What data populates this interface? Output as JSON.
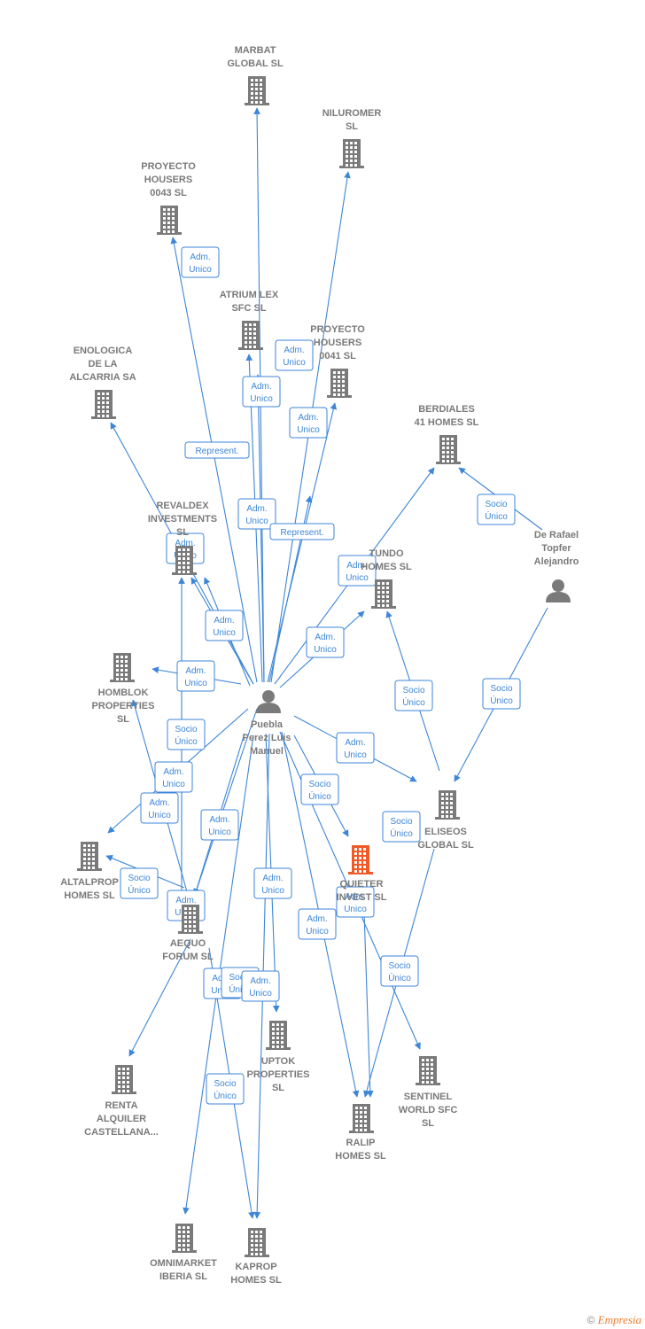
{
  "colors": {
    "edge": "#3d86d8",
    "company": "#7a7a7a",
    "focus": "#f05a28",
    "person": "#7a7a7a"
  },
  "nodes": [
    {
      "id": "marbat",
      "type": "company",
      "lines": [
        "MARBAT",
        "GLOBAL  SL"
      ]
    },
    {
      "id": "niluromer",
      "type": "company",
      "lines": [
        "NILUROMER",
        "SL"
      ]
    },
    {
      "id": "proyecto0043",
      "type": "company",
      "lines": [
        "PROYECTO",
        "HOUSERS",
        "0043  SL"
      ]
    },
    {
      "id": "atrium",
      "type": "company",
      "lines": [
        "ATRIUM LEX",
        "SFC  SL"
      ]
    },
    {
      "id": "proyecto0041",
      "type": "company",
      "lines": [
        "PROYECTO",
        "HOUSERS",
        "0041  SL"
      ]
    },
    {
      "id": "enologica",
      "type": "company",
      "lines": [
        "ENOLOGICA",
        "DE LA",
        "ALCARRIA SA"
      ]
    },
    {
      "id": "berdiales",
      "type": "company",
      "lines": [
        "BERDIALES",
        "41 HOMES  SL"
      ]
    },
    {
      "id": "revaldex",
      "type": "company",
      "lines": [
        "REVALDEX",
        "INVESTMENTS",
        "SL"
      ]
    },
    {
      "id": "tundo",
      "type": "company",
      "lines": [
        "TUNDO",
        "HOMES  SL"
      ]
    },
    {
      "id": "derafael",
      "type": "person",
      "lines": [
        "De Rafael",
        "Topfer",
        "Alejandro"
      ]
    },
    {
      "id": "homblok",
      "type": "company",
      "lines": [
        "HOMBLOK",
        "PROPERTIES",
        "SL"
      ]
    },
    {
      "id": "puebla",
      "type": "person",
      "lines": [
        "Puebla",
        "Perez Luis",
        "Manuel"
      ]
    },
    {
      "id": "eliseos",
      "type": "company",
      "lines": [
        "ELISEOS",
        "GLOBAL  SL"
      ]
    },
    {
      "id": "altalprop",
      "type": "company",
      "lines": [
        "ALTALPROP",
        "HOMES  SL"
      ]
    },
    {
      "id": "quieter",
      "type": "focus",
      "lines": [
        "QUIETER",
        "INVEST  SL"
      ]
    },
    {
      "id": "aequo",
      "type": "company",
      "lines": [
        "AEQUO",
        "FORUM  SL"
      ]
    },
    {
      "id": "uptok",
      "type": "company",
      "lines": [
        "UPTOK",
        "PROPERTIES",
        "SL"
      ]
    },
    {
      "id": "sentinel",
      "type": "company",
      "lines": [
        "SENTINEL",
        "WORLD SFC",
        "SL"
      ]
    },
    {
      "id": "renta",
      "type": "company",
      "lines": [
        "RENTA",
        "ALQUILER",
        "CASTELLANA..."
      ]
    },
    {
      "id": "ralip",
      "type": "company",
      "lines": [
        "RALIP",
        "HOMES  SL"
      ]
    },
    {
      "id": "omnimarket",
      "type": "company",
      "lines": [
        "OMNIMARKET",
        "IBERIA  SL"
      ]
    },
    {
      "id": "kaprop",
      "type": "company",
      "lines": [
        "KAPROP",
        "HOMES  SL"
      ]
    }
  ],
  "edges": [
    {
      "from": "puebla",
      "to": "marbat",
      "label": [
        "Adm.",
        "Unico"
      ]
    },
    {
      "from": "puebla",
      "to": "niluromer",
      "label": [
        "Adm.",
        "Unico"
      ]
    },
    {
      "from": "puebla",
      "to": "proyecto0043",
      "label": [
        "Adm.",
        "Unico"
      ]
    },
    {
      "from": "puebla",
      "to": "atrium",
      "label": [
        "Adm.",
        "Unico"
      ]
    },
    {
      "from": "puebla",
      "to": "proyecto0041",
      "label": [
        "Adm.",
        "Unico"
      ]
    },
    {
      "from": "puebla",
      "to": "enologica",
      "label": [
        "Represent."
      ]
    },
    {
      "from": "puebla",
      "to": "proyecto0041",
      "label": [
        "Represent."
      ]
    },
    {
      "from": "puebla",
      "to": "atrium",
      "label": [
        "Adm.",
        "Unico"
      ]
    },
    {
      "from": "puebla",
      "to": "revaldex",
      "label": [
        "Adm.",
        "Unico"
      ]
    },
    {
      "from": "puebla",
      "to": "revaldex",
      "label": [
        "Adm.",
        "Unico"
      ]
    },
    {
      "from": "puebla",
      "to": "berdiales",
      "label": [
        "Adm.",
        "Unico"
      ]
    },
    {
      "from": "puebla",
      "to": "tundo",
      "label": [
        "Adm.",
        "Unico"
      ]
    },
    {
      "from": "derafael",
      "to": "berdiales",
      "label": [
        "Socio",
        "Único"
      ]
    },
    {
      "from": "eliseos",
      "to": "tundo",
      "label": [
        "Socio",
        "Único"
      ]
    },
    {
      "from": "derafael",
      "to": "eliseos",
      "label": [
        "Socio",
        "Único"
      ]
    },
    {
      "from": "puebla",
      "to": "homblok",
      "label": [
        "Adm.",
        "Unico"
      ]
    },
    {
      "from": "aequo",
      "to": "homblok",
      "label": [
        "Socio",
        "Único"
      ]
    },
    {
      "from": "puebla",
      "to": "eliseos",
      "label": [
        "Adm.",
        "Unico"
      ]
    },
    {
      "from": "puebla",
      "to": "altalprop",
      "label": [
        "Adm.",
        "Unico"
      ]
    },
    {
      "from": "aequo",
      "to": "altalprop",
      "label": [
        "Socio",
        "Único"
      ]
    },
    {
      "from": "puebla",
      "to": "quieter",
      "label": [
        "Adm.",
        "Unico"
      ]
    },
    {
      "from": "puebla",
      "to": "aequo",
      "label": [
        "Adm.",
        "Unico"
      ]
    },
    {
      "from": "eliseos",
      "to": "ralip",
      "label": [
        "Socio",
        "Único"
      ]
    },
    {
      "from": "aequo",
      "to": "altalprop",
      "label": [
        "Socio",
        "Único"
      ]
    },
    {
      "from": "puebla",
      "to": "aequo",
      "label": [
        "Adm.",
        "Unico"
      ]
    },
    {
      "from": "puebla",
      "to": "uptok",
      "label": [
        "Adm.",
        "Unico"
      ]
    },
    {
      "from": "puebla",
      "to": "sentinel",
      "label": [
        "Adm.",
        "Unico"
      ]
    },
    {
      "from": "puebla",
      "to": "ralip",
      "label": [
        "Adm.",
        "Unico"
      ]
    },
    {
      "from": "quieter",
      "to": "ralip",
      "label": [
        "Socio",
        "Único"
      ]
    },
    {
      "from": "aequo",
      "to": "renta",
      "label": [
        "Adm.",
        "Unico"
      ]
    },
    {
      "from": "aequo",
      "to": "kaprop",
      "label": [
        "Socio",
        "Único"
      ]
    },
    {
      "from": "puebla",
      "to": "kaprop",
      "label": [
        "Adm.",
        "Unico"
      ]
    },
    {
      "from": "puebla",
      "to": "omnimarket",
      "label": [
        "Socio",
        "Único"
      ]
    }
  ],
  "footer": {
    "copyright": "©",
    "brand": "Empresia"
  }
}
